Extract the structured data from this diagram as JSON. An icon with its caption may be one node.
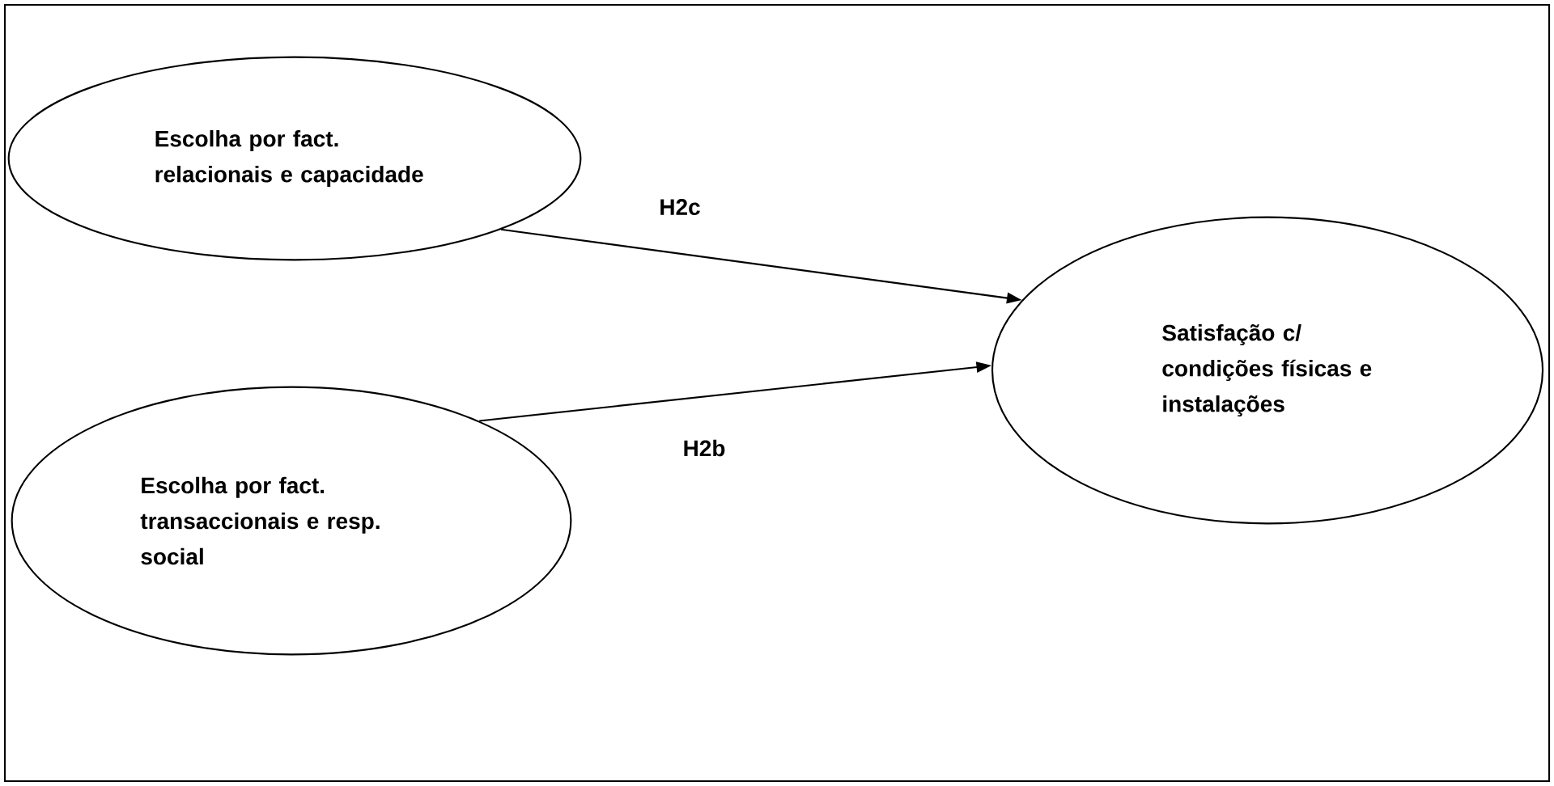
{
  "diagram": {
    "nodes": [
      {
        "text": [
          "Escolha por fact. relacionais e capacidade"
        ]
      },
      {
        "text": [
          "Escolha por fact. transaccionais e resp. social"
        ]
      },
      {
        "text": [
          "Satisfação c/ condições físicas e instalações"
        ]
      }
    ],
    "edges": [
      {
        "from": 0,
        "to": 2,
        "arrow": "to",
        "label": "H2c"
      },
      {
        "from": 1,
        "to": 2,
        "arrow": "to",
        "label": "H2b"
      }
    ]
  }
}
